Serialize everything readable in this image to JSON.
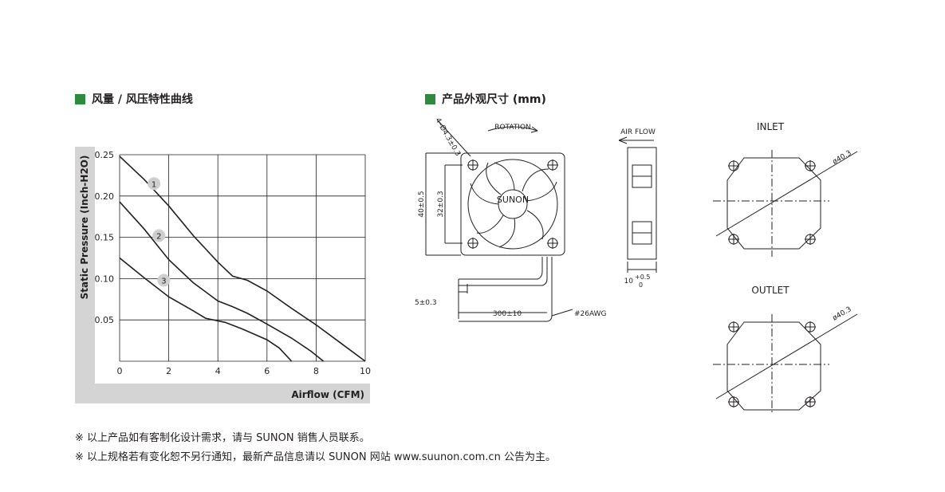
{
  "left_section": {
    "title": "风量 / 风压特性曲线"
  },
  "right_section": {
    "title": "产品外观尺寸 (mm)"
  },
  "chart_data": {
    "type": "line",
    "title": "",
    "xlabel": "Airflow (CFM)",
    "ylabel": "Static Pressure (Inch-H2O)",
    "xlim": [
      0,
      10
    ],
    "ylim": [
      0,
      0.25
    ],
    "x_ticks": [
      0,
      2,
      4,
      6,
      8,
      10
    ],
    "y_ticks": [
      0.05,
      0.1,
      0.15,
      0.2,
      0.25
    ],
    "x_tick_labels": [
      "0",
      "2",
      "4",
      "6",
      "8",
      "10"
    ],
    "y_tick_labels": [
      "0.05",
      "0.10",
      "0.15",
      "0.20",
      "0.25"
    ],
    "grid": true,
    "series": [
      {
        "label": "1",
        "points": [
          [
            0,
            0.248
          ],
          [
            1,
            0.22
          ],
          [
            2,
            0.188
          ],
          [
            3,
            0.152
          ],
          [
            4,
            0.12
          ],
          [
            4.6,
            0.103
          ],
          [
            5.2,
            0.098
          ],
          [
            6,
            0.085
          ],
          [
            7,
            0.064
          ],
          [
            8,
            0.044
          ],
          [
            9,
            0.022
          ],
          [
            10,
            0
          ]
        ]
      },
      {
        "label": "2",
        "points": [
          [
            0,
            0.193
          ],
          [
            1,
            0.16
          ],
          [
            2,
            0.123
          ],
          [
            3,
            0.095
          ],
          [
            4,
            0.073
          ],
          [
            4.6,
            0.066
          ],
          [
            5.2,
            0.058
          ],
          [
            6,
            0.045
          ],
          [
            7,
            0.028
          ],
          [
            7.8,
            0.012
          ],
          [
            8.3,
            0
          ]
        ]
      },
      {
        "label": "3",
        "points": [
          [
            0,
            0.125
          ],
          [
            1,
            0.101
          ],
          [
            2,
            0.078
          ],
          [
            3,
            0.061
          ],
          [
            3.5,
            0.052
          ],
          [
            4.3,
            0.047
          ],
          [
            5,
            0.039
          ],
          [
            6,
            0.026
          ],
          [
            6.5,
            0.016
          ],
          [
            7,
            0
          ]
        ]
      }
    ]
  },
  "drawing": {
    "rotation": "ROTATION",
    "brand": "SUNON",
    "air_flow": "AIR FLOW",
    "hole_dim": "4–Ø4.3±0.3",
    "height_outer": "40±0.5",
    "height_inner": "32±0.3",
    "depth_main": "10",
    "depth_tol_upper": "+0.5",
    "depth_tol_lower": "0",
    "strip": "5±0.3",
    "lead_length": "300±10",
    "wire": "#26AWG",
    "inlet": "INLET",
    "outlet": "OUTLET",
    "diameter": "ø40.3"
  },
  "notes": [
    "※ 以上产品如有客制化设计需求，请与 SUNON 销售人员联系。",
    "※ 以上规格若有变化恕不另行通知，最新产品信息请以 SUNON 网站 www.suunon.com.cn 公告为主。"
  ]
}
